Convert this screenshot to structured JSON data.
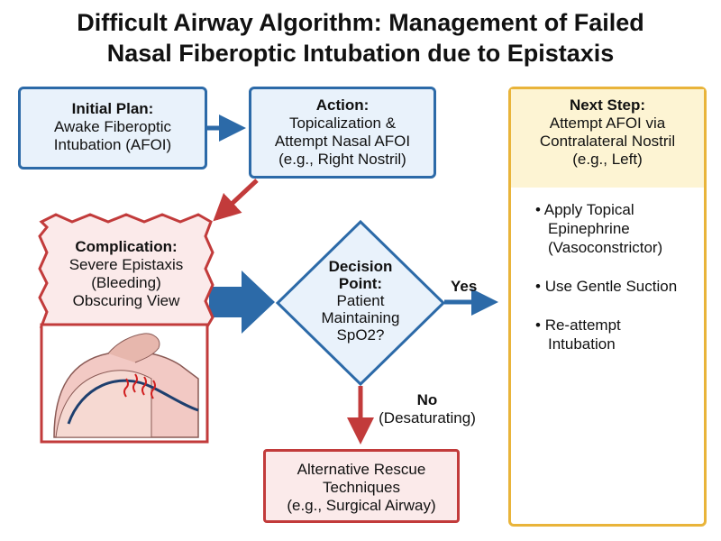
{
  "title": {
    "line1": "Difficult Airway Algorithm: Management of Failed",
    "line2": "Nasal Fiberoptic Intubation due to Epistaxis"
  },
  "initial_plan": {
    "heading": "Initial Plan:",
    "line1": "Awake Fiberoptic",
    "line2": "Intubation (AFOI)"
  },
  "action": {
    "heading": "Action:",
    "line1": "Topicalization &",
    "line2": "Attempt Nasal AFOI",
    "line3": "(e.g., Right Nostril)"
  },
  "complication": {
    "heading": "Complication:",
    "line1": "Severe Epistaxis",
    "line2": "(Bleeding)",
    "line3": "Obscuring View"
  },
  "decision": {
    "line1": "Decision",
    "line2": "Point:",
    "line3": "Patient",
    "line4": "Maintaining",
    "line5": "SpO2?"
  },
  "yes_label": "Yes",
  "no_label": {
    "line1": "No",
    "line2": "(Desaturating)"
  },
  "rescue": {
    "line1": "Alternative Rescue",
    "line2": "Techniques",
    "line3": "(e.g., Surgical Airway)"
  },
  "next_step": {
    "heading": "Next Step:",
    "line1": "Attempt AFOI via",
    "line2": "Contralateral Nostril",
    "line3": "(e.g., Left)",
    "bullets": [
      {
        "line1": "Apply Topical",
        "line2": "Epinephrine",
        "line3": "(Vasoconstrictor)"
      },
      {
        "line1": "Use Gentle Suction"
      },
      {
        "line1": "Re-attempt",
        "line2": "Intubation"
      }
    ]
  },
  "colors": {
    "blue": "#2c6aa8",
    "red": "#c23b3b",
    "yellow": "#e9b43a"
  }
}
